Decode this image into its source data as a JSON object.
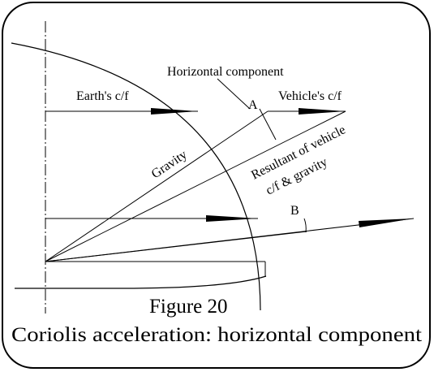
{
  "labels": {
    "horizontal_component": "Horizontal component",
    "earths_cf": "Earth's c/f",
    "vehicles_cf": "Vehicle's c/f",
    "point_a": "A",
    "point_b": "B",
    "gravity": "Gravity",
    "resultant_line1": "Resultant of vehicle",
    "resultant_line2": "c/f & gravity"
  },
  "figure_number": "Figure 20",
  "caption": "Coriolis acceleration: horizontal component",
  "colors": {
    "stroke": "#000000",
    "background": "#ffffff"
  }
}
